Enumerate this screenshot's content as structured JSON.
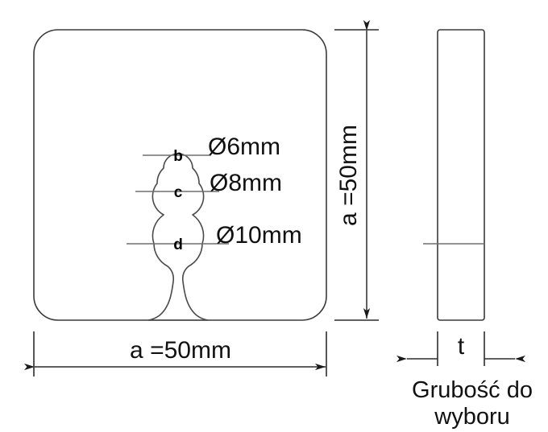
{
  "drawing": {
    "title": "Keyhole slot plate technical drawing",
    "views": {
      "front": {
        "name": "front-view",
        "plate_label": "plate-outline",
        "width_dimension": "a =50mm",
        "height_dimension": "a =50mm"
      },
      "side": {
        "name": "side-view",
        "thickness_dimension": "t",
        "note_line1": "Grubość do",
        "note_line2": "wyboru"
      }
    },
    "holes": [
      {
        "id": "b",
        "label": "b",
        "diameter_label": "Ø6mm",
        "diameter_mm": 6
      },
      {
        "id": "c",
        "label": "c",
        "diameter_label": "Ø8mm",
        "diameter_mm": 8
      },
      {
        "id": "d",
        "label": "d",
        "diameter_label": "Ø10mm",
        "diameter_mm": 10
      }
    ],
    "colors": {
      "line": "#3a3a3a",
      "dimension": "#2b2b2b",
      "centerline": "#6e6e6e",
      "text": "#111111",
      "background": "#ffffff"
    }
  }
}
